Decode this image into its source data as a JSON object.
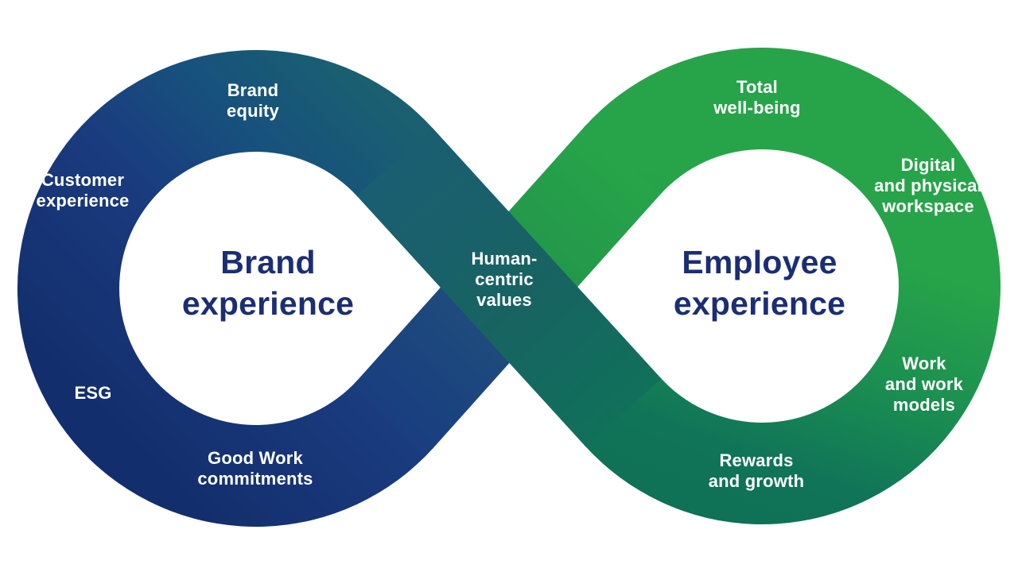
{
  "diagram": {
    "titles": {
      "left": {
        "text": "Brand\nexperience"
      },
      "right": {
        "text": "Employee\nexperience"
      }
    },
    "labels": {
      "brand_equity": {
        "text": "Brand\nequity"
      },
      "customer_experience": {
        "text": "Customer\nexperience"
      },
      "esg": {
        "text": "ESG"
      },
      "good_work": {
        "text": "Good Work\ncommitments"
      },
      "human_centric": {
        "text": "Human-\ncentric\nvalues"
      },
      "total_wellbeing": {
        "text": "Total\nwell-being"
      },
      "digital_workspace": {
        "text": "Digital\nand physical\nworkspace"
      },
      "work_models": {
        "text": "Work\nand work\nmodels"
      },
      "rewards_growth": {
        "text": "Rewards\nand growth"
      }
    },
    "colors": {
      "background": "#ffffff",
      "title_navy": "#1b2e74",
      "label_text": "#ffffff",
      "navy_dark": "#132e6c",
      "navy": "#1a3b7f",
      "blue_mid": "#17517d",
      "teal": "#1a6070",
      "teal_start": "#1a5e72",
      "teal_mid": "#186362",
      "teal_green": "#10705a",
      "sea_green": "#0f7155",
      "sea_green2": "#107458",
      "mid_green": "#1c9150",
      "green": "#27a449",
      "under_navy": "#193f7f",
      "under_navy2": "#1e4b7d",
      "under_green": "#23984b"
    }
  }
}
